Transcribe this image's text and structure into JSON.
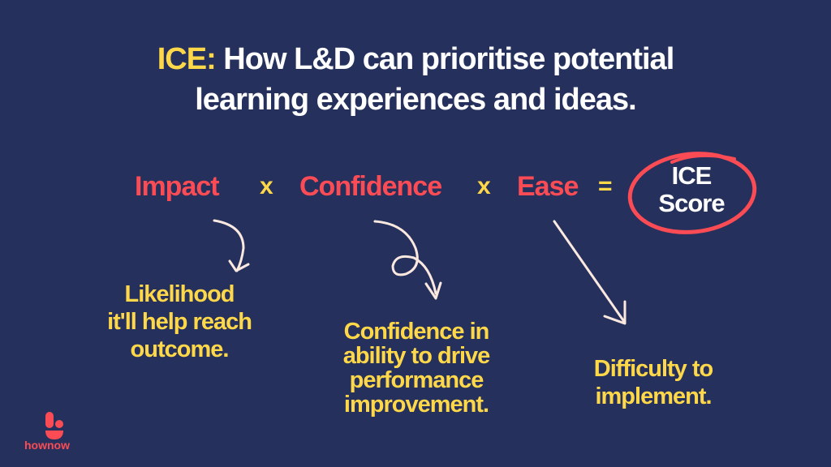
{
  "title": {
    "accent": "ICE:",
    "line1_rest": " How L&D can prioritise potential",
    "line2": "learning experiences and ideas."
  },
  "formula": {
    "impact": "Impact",
    "confidence": "Confidence",
    "ease": "Ease",
    "multiply_1": "x",
    "multiply_2": "x",
    "equals": "=",
    "result_line1": "ICE",
    "result_line2": "Score"
  },
  "descriptions": {
    "impact": [
      "Likelihood",
      "it'll help reach",
      "outcome."
    ],
    "confidence": [
      "Confidence in",
      "ability to drive",
      "performance",
      "improvement."
    ],
    "ease": [
      "Difficulty to",
      "implement."
    ]
  },
  "brand": {
    "name": "hownow"
  },
  "colors": {
    "background": "#25305c",
    "accent_yellow": "#ffd84a",
    "accent_red": "#fb4c55",
    "arrow": "#fbe9e0",
    "text_white": "#ffffff"
  }
}
